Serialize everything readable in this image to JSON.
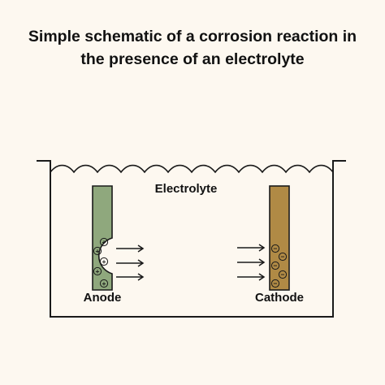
{
  "title": {
    "line1": "Simple schematic of a corrosion reaction in",
    "line2": "the presence of an electrolyte"
  },
  "labels": {
    "electrolyte": "Electrolyte",
    "anode": "Anode",
    "cathode": "Cathode"
  },
  "symbols": {
    "positive": "+",
    "negative": "−"
  },
  "colors": {
    "background": "#fdf8f0",
    "anode": "#8fa87d",
    "cathode": "#b08a45",
    "line": "#1a1a1a"
  }
}
